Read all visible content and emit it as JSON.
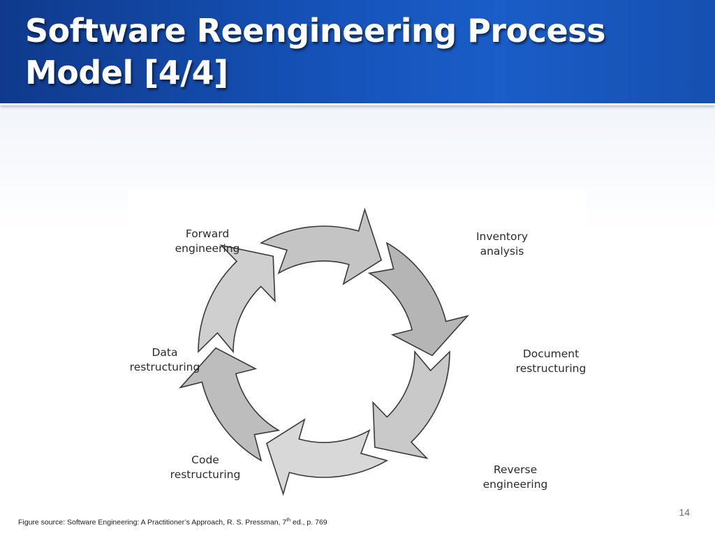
{
  "slide": {
    "title": "Software Reengineering Process Model [4/4]",
    "page_number": "14"
  },
  "diagram": {
    "stages": [
      {
        "line1": "Inventory",
        "line2": "analysis"
      },
      {
        "line1": "Document",
        "line2": "restructuring"
      },
      {
        "line1": "Reverse",
        "line2": "engineering"
      },
      {
        "line1": "Code",
        "line2": "restructuring"
      },
      {
        "line1": "Data",
        "line2": "restructuring"
      },
      {
        "line1": "Forward",
        "line2": "engineering"
      }
    ],
    "arrow_shades": [
      "#c4c4c4",
      "#b5b5b5",
      "#c9c9c9",
      "#d8d8d8",
      "#bdbdbd",
      "#cfcfcf"
    ],
    "outline_color": "#3a3a3a"
  },
  "footer": {
    "source_prefix": "Figure source: Software Engineering: A Practitioner’s Approach, R. S. Pressman, 7",
    "source_sup": "th",
    "source_suffix": " ed., p. 769"
  },
  "colors": {
    "title_bar": "#1552b8",
    "title_text": "#ffffff"
  }
}
